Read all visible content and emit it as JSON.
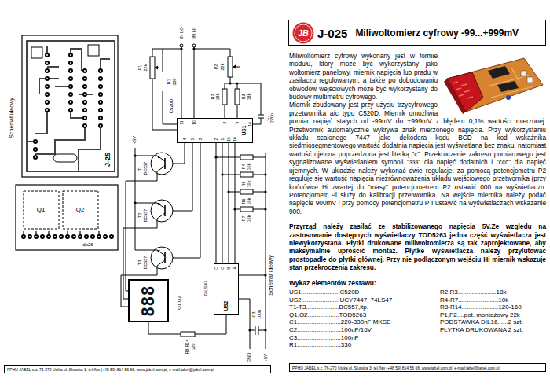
{
  "diagram": {
    "nodes": [
      {
        "text": [
          "US1"
        ]
      },
      {
        "text": [
          "US2"
        ]
      },
      {
        "text": [
          "888"
        ]
      },
      {
        "text": [
          "PPHU JABEL s.c. 76-270 Ustka ul. Słupska 3, tel./fax (+48 59) 814 56 66, www.jabel.com.pl, e-mail:jabel@jabel.com.pl"
        ]
      },
      {
        "text": [
          "J-025",
          "Miliwoltomierz cyfrowy -99...+999mV"
        ]
      },
      {
        "text": [
          "JB"
        ],
        "in": 4
      },
      {
        "text": [
          "PPHU JABEL s.c. 76-270 Ustka ul. Słupska 3, tel./fax (+48 59) 814 56 66, www.jabel.com.pl, e-mail:jabel@jabel.com.pl"
        ]
      }
    ],
    "edges": [
      {
        "from": 0,
        "to": 1,
        "arrow": "none"
      },
      {
        "from": 0,
        "to": 1,
        "arrow": "none"
      },
      {
        "from": 0,
        "to": 1,
        "arrow": "none"
      },
      {
        "from": 0,
        "to": 1,
        "arrow": "none"
      },
      {
        "from": 1,
        "to": 2,
        "arrow": "none"
      }
    ],
    "labels": [
      "IN LO",
      "IN HI",
      "P1",
      "22k",
      "R1",
      "330",
      "C520D",
      "P2",
      "22k",
      "R2",
      "18k",
      "R3",
      "18k",
      "C1",
      "220n",
      "11",
      "10",
      "8",
      "9",
      "14",
      "4",
      "5",
      "3",
      "2",
      "1",
      "15",
      "16",
      "+5V",
      "T1",
      "BC557",
      "T2",
      "BC557",
      "T3",
      "BC557",
      "R4",
      "10k",
      "R5",
      "10k",
      "R6",
      "10k",
      "R7",
      "10k",
      "74LS47",
      "D",
      "C",
      "B",
      "A",
      "C3",
      "100n",
      "Q1,Q2",
      "R8-R14",
      "120",
      "GND",
      "+5V",
      "Schemat ideowy",
      "Schemat ideowy",
      "J-25",
      "Q1",
      "Q2",
      "dp26",
      "Miliwoltomierz cyfrowy wykonany jest w formie modułu, który może być wykorzystany jako woltomierz panelowy, miernik napięcia lub prądu w zasilaczu regulowanym, a także po dobudowaniu obwodów wejściowych może być wykorzystany do budowy multimetru cyfrowego.",
      "Miernik zbudowany jest przy użyciu trzycyfrowego przetwornika a/c typu C520D. Miernik umożliwia pomiar napięć stałych od -99mV do +999mV z błędem 0,1% wartości mierzonej. Przetwornik automatycznie wykrywa znak mierzonego napięcia. Przy wykorzystaniu układu scalonego 7447 jako dekodera kodu BCD na kod wskaźnika siedmiosegmentowego wartość dodatnia napięcia jest wyświetlana bez znaku, natomiast wartość ujemna poprzedzona jest literką \"c\". Przekroczenie zakresu pomiarowego jest sygnalizowane wyświetlaniem symboli \"ɜɜɜ\" dla napięć dodatnich i \"ccc\" dla napięć ujemnych. W układzie należy wykonać dwie regulacje: za pomocą potencjometru P2 reguluje się wartość napięcia niezrównoważenia układu wejściowego przetwornika (przy końcówce Hi zwartej do \"masy\" potencjometrem P2 ustawić 000 na wyświetlaczu. Potencjometr Pl służy do kalibracji przetwornika. Na wejście miernika należy podać napięcie 900mV i przy pomocy potencjometru P I ustawić na wyświetlaczach wskazanie 900.",
      "Przyrząd należy zasilać ze stabilizowanego napięcia 5V.Ze względu na zastosowanie dostępnych wyświetlaczy TOD5263 jedna część wyświetlacza jest niewykorzystana. Płytki drukowane miliwoltomierza są tak zaprojektowane, aby maksymalnie uprościć montaż. Płytke wyświetlacza należy przylutować prostopadle do płytki głównej. Przy nie podłączonym wejściu Hi miernik wskazuje stan przekroczenia zakresu.",
      "Wykaz elementów zestawu:",
      "US1......................C520D",
      "US2......................UCY7447, 74LS47",
      "T1-T3...................BC557,itp.",
      "Q1,Q2..................TOD5263",
      "C1.........................220-330nF MKSE",
      "C2.........................100uF/16V",
      "C3.........................100nF",
      "R1.........................330",
      "R2,R3......................18k",
      "R4-R7.......................10k",
      "R8-R14.....................120-160",
      "P1,P2....pot. montażowy 22k",
      "PODSTAWKA DIL16......2 szt.",
      "PŁYTKA DRUKOWANA 2 szt."
    ]
  }
}
